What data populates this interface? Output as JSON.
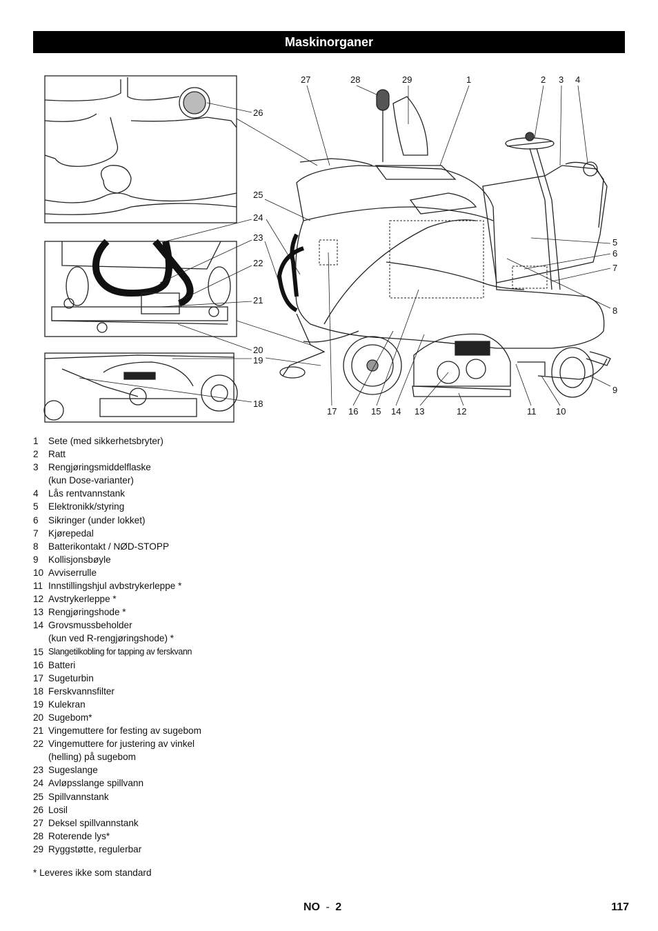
{
  "header": {
    "title": "Maskinorganer"
  },
  "figure": {
    "callouts": [
      "27",
      "28",
      "29",
      "1",
      "2",
      "3",
      "4",
      "26",
      "25",
      "24",
      "23",
      "22",
      "21",
      "20",
      "19",
      "18",
      "5",
      "6",
      "7",
      "8",
      "9",
      "17",
      "16",
      "15",
      "14",
      "13",
      "12",
      "11",
      "10"
    ]
  },
  "legend": [
    {
      "num": "1",
      "lines": [
        "Sete (med sikkerhetsbryter)"
      ]
    },
    {
      "num": "2",
      "lines": [
        "Ratt"
      ]
    },
    {
      "num": "3",
      "lines": [
        "Rengjøringsmiddelflaske",
        "(kun Dose-varianter)"
      ]
    },
    {
      "num": "4",
      "lines": [
        "Lås rentvannstank"
      ]
    },
    {
      "num": "5",
      "lines": [
        "Elektronikk/styring"
      ]
    },
    {
      "num": "6",
      "lines": [
        "Sikringer (under lokket)"
      ]
    },
    {
      "num": "7",
      "lines": [
        "Kjørepedal"
      ]
    },
    {
      "num": "8",
      "lines": [
        "Batterikontakt / NØD-STOPP"
      ]
    },
    {
      "num": "9",
      "lines": [
        "Kollisjonsbøyle"
      ]
    },
    {
      "num": "10",
      "lines": [
        "Avviserrulle"
      ]
    },
    {
      "num": "11",
      "lines": [
        "Innstillingshjul avbstrykerleppe *"
      ]
    },
    {
      "num": "12",
      "lines": [
        "Avstrykerleppe *"
      ]
    },
    {
      "num": "13",
      "lines": [
        "Rengjøringshode *"
      ]
    },
    {
      "num": "14",
      "lines": [
        "Grovsmussbeholder",
        "(kun ved R-rengjøringshode) *"
      ]
    },
    {
      "num": "15",
      "lines": [
        "Slangetilkobling for tapping av ferskvann"
      ]
    },
    {
      "num": "16",
      "lines": [
        "Batteri"
      ]
    },
    {
      "num": "17",
      "lines": [
        "Sugeturbin"
      ]
    },
    {
      "num": "18",
      "lines": [
        "Ferskvannsfilter"
      ]
    },
    {
      "num": "19",
      "lines": [
        "Kulekran"
      ]
    },
    {
      "num": "20",
      "lines": [
        "Sugebom*"
      ]
    },
    {
      "num": "21",
      "lines": [
        "Vingemuttere for festing av sugebom"
      ]
    },
    {
      "num": "22",
      "lines": [
        "Vingemuttere for justering av vinkel",
        "(helling) på sugebom"
      ]
    },
    {
      "num": "23",
      "lines": [
        "Sugeslange"
      ]
    },
    {
      "num": "24",
      "lines": [
        "Avløpsslange spillvann"
      ]
    },
    {
      "num": "25",
      "lines": [
        "Spillvannstank"
      ]
    },
    {
      "num": "26",
      "lines": [
        "Losil"
      ]
    },
    {
      "num": "27",
      "lines": [
        "Deksel spillvannstank"
      ]
    },
    {
      "num": "28",
      "lines": [
        "Roterende lys*"
      ]
    },
    {
      "num": "29",
      "lines": [
        "Ryggstøtte, regulerbar"
      ]
    }
  ],
  "footnote": "* Leveres ikke som standard",
  "footer": {
    "lang": "NO",
    "dash": "-",
    "section": "2",
    "page": "117"
  }
}
